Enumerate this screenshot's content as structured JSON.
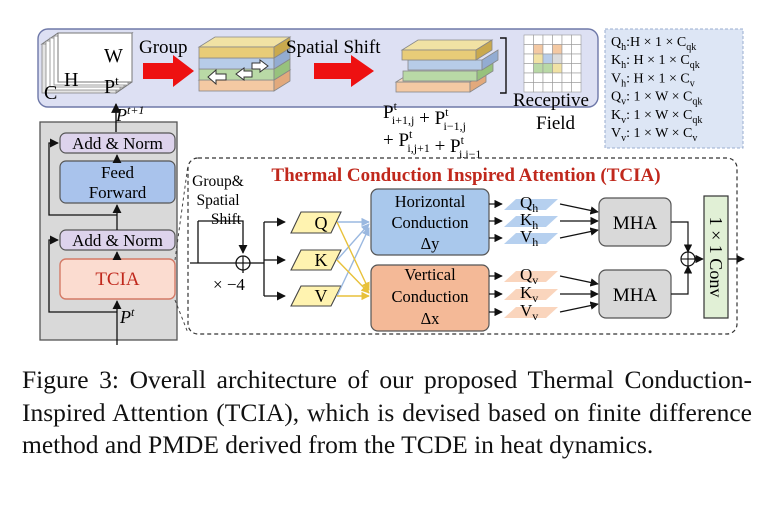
{
  "top_row": {
    "group_label": "Group",
    "shift_label": "Spatial Shift",
    "cube_dims": {
      "w": "W",
      "h": "H",
      "c": "C"
    },
    "cube_feature": {
      "base": "P",
      "sup": "t"
    },
    "receptive_label": "Receptive",
    "field_label": "Field",
    "sum_line1": [
      {
        "base": "P",
        "sup": "t",
        "sub": "i+1,j"
      },
      {
        "op": "+"
      },
      {
        "base": "P",
        "sup": "t",
        "sub": "i−1,j"
      }
    ],
    "sum_line2": [
      {
        "op": "+"
      },
      {
        "base": "P",
        "sup": "t",
        "sub": "i,j+1"
      },
      {
        "op": "+"
      },
      {
        "base": "P",
        "sup": "t",
        "sub": "i,j−1"
      }
    ]
  },
  "shapes_legend": [
    {
      "base": "Q",
      "sub": "h",
      "rest": ":H × 1 × C",
      "rest_sub": "qk"
    },
    {
      "base": "K",
      "sub": "h",
      "rest": ": H × 1 × C",
      "rest_sub": "qk"
    },
    {
      "base": "V",
      "sub": "h",
      "rest": ": H × 1 × C",
      "rest_sub": "v"
    },
    {
      "base": "Q",
      "sub": "v",
      "rest": ": 1 × W × C",
      "rest_sub": "qk"
    },
    {
      "base": "K",
      "sub": "v",
      "rest": ": 1 × W × C",
      "rest_sub": "qk"
    },
    {
      "base": "V",
      "sub": "v",
      "rest": ": 1 × W × C",
      "rest_sub": "v"
    }
  ],
  "block": {
    "out_label": {
      "base": "P",
      "sup": "t+1"
    },
    "in_label": {
      "base": "P",
      "sup": "t"
    },
    "add_norm_top": "Add & Norm",
    "feed_forward": [
      "Feed",
      "Forward"
    ],
    "add_norm_bottom": "Add & Norm",
    "tcia": "TCIA"
  },
  "tcia_panel": {
    "title": "Thermal Conduction Inspired Attention (TCIA)",
    "group_shift": [
      "Group&",
      "Spatial",
      "Shift"
    ],
    "scale": "× −4",
    "plus": "+",
    "q": "Q",
    "k": "K",
    "v": "V",
    "horizontal": [
      "Horizontal",
      "Conduction",
      "Δy"
    ],
    "vertical": [
      "Vertical",
      "Conduction",
      "Δx"
    ],
    "h_outputs": [
      {
        "base": "Q",
        "sub": "h"
      },
      {
        "base": "K",
        "sub": "h"
      },
      {
        "base": "V",
        "sub": "h"
      }
    ],
    "v_outputs": [
      {
        "base": "Q",
        "sub": "v"
      },
      {
        "base": "K",
        "sub": "v"
      },
      {
        "base": "V",
        "sub": "v"
      }
    ],
    "mha": "MHA",
    "conv": "1 × 1 Conv"
  },
  "caption": "Figure 3: Overall architecture of our proposed Thermal Conduction-Inspired Attention (TCIA), which is devised based on finite difference method and PMDE derived from the TCDE in heat dynamics."
}
